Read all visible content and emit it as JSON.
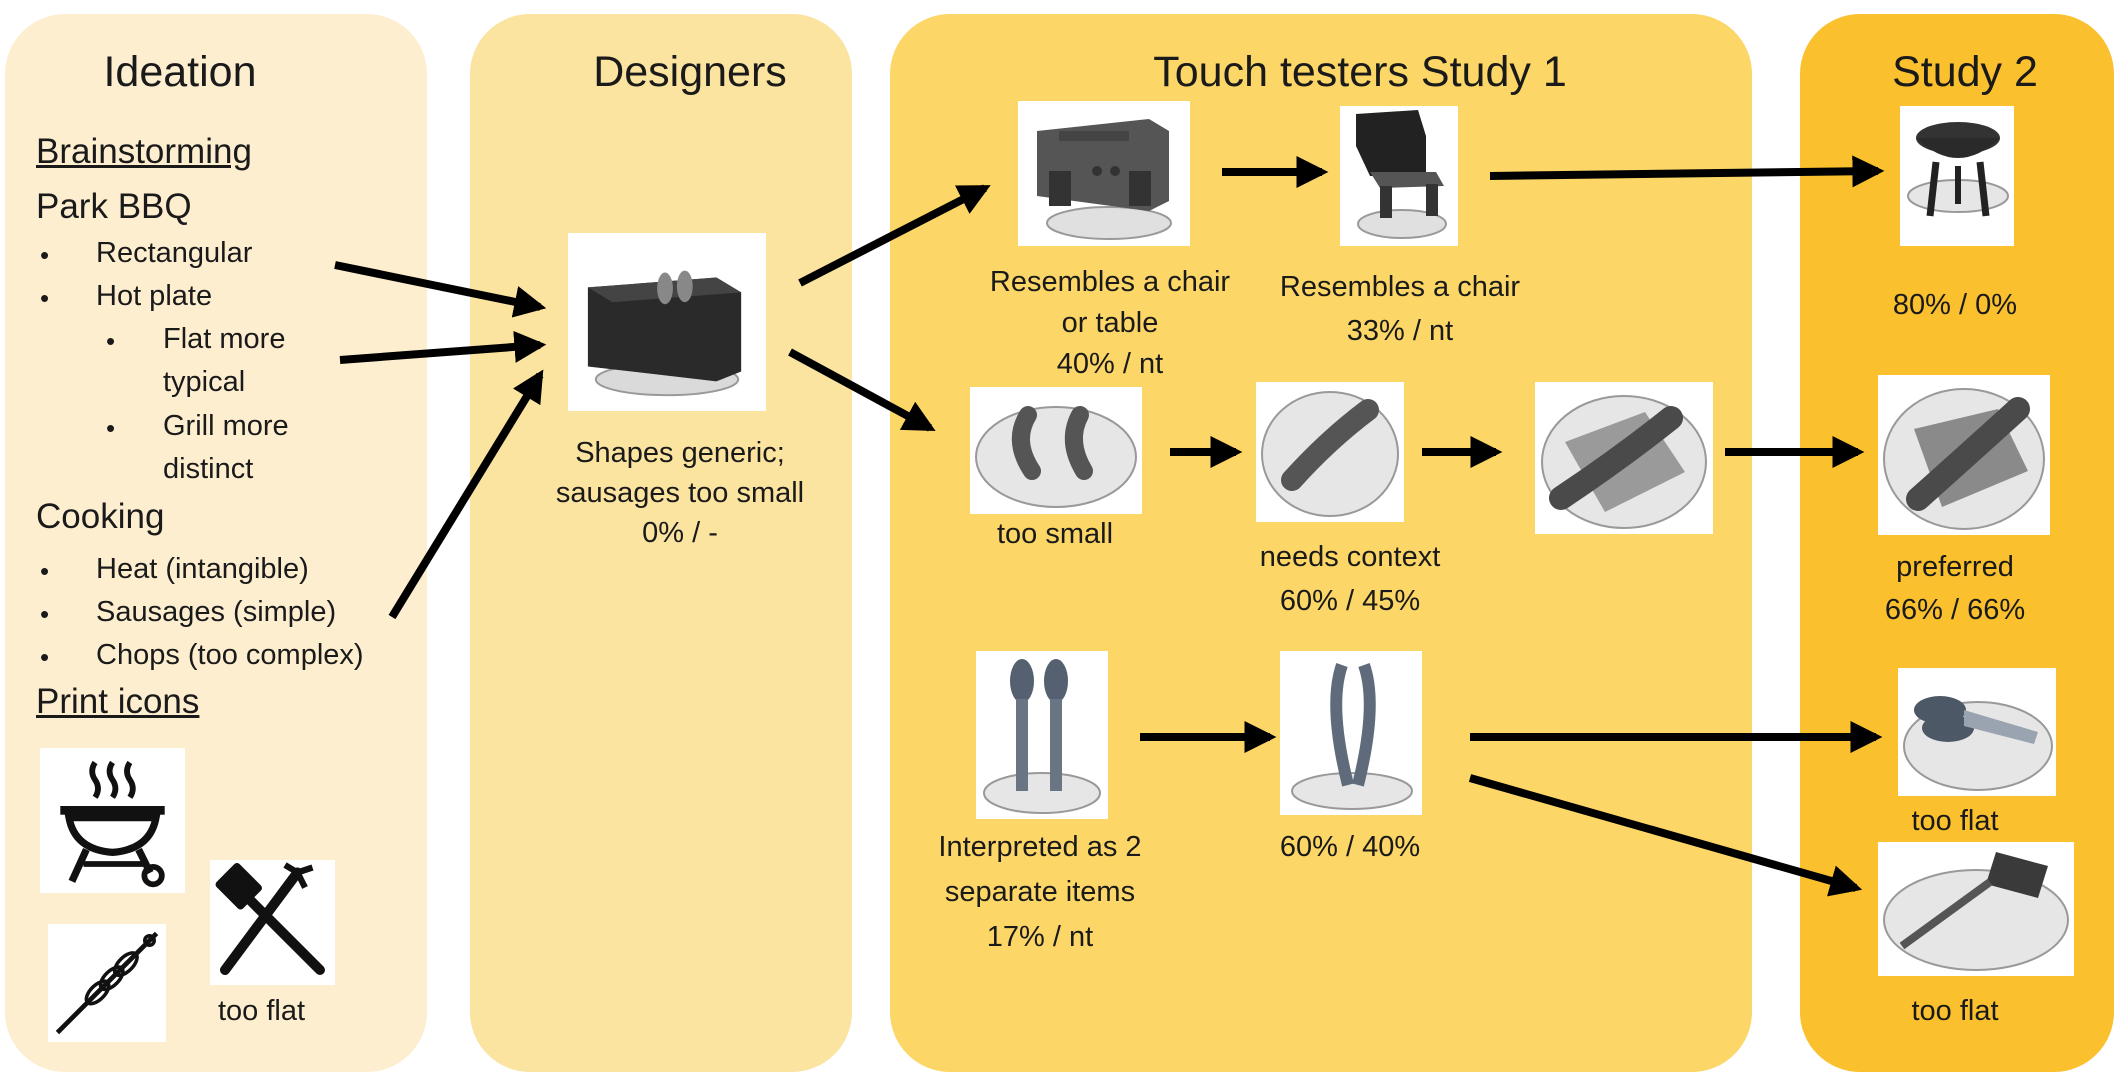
{
  "panels": {
    "ideation": "Ideation",
    "designers": "Designers",
    "touch_testers": "Touch testers Study 1",
    "study2": "Study 2"
  },
  "ideation": {
    "brainstorming": "Brainstorming",
    "park_bbq": "Park BBQ",
    "rectangular": "Rectangular",
    "hot_plate": "Hot plate",
    "flat_1": "Flat more",
    "flat_2": "typical",
    "grill_1": "Grill more",
    "grill_2": "distinct",
    "cooking": "Cooking",
    "heat": "Heat (intangible)",
    "sausages": "Sausages (simple)",
    "chops": "Chops (too complex)",
    "print_icons": "Print icons",
    "too_flat": "too flat"
  },
  "designers": {
    "caption_1": "Shapes generic;",
    "caption_2": "sausages too small",
    "caption_3": "0% / -"
  },
  "touch": {
    "bbq1_1": "Resembles a chair",
    "bbq1_2": "or table",
    "bbq1_3": "40% / nt",
    "bbq2_1": "Resembles a chair",
    "bbq2_2": "33% / nt",
    "sausage1": "too small",
    "sausage2_1": "needs context",
    "sausage2_2": "60% / 45%",
    "tongs1_1": "Interpreted as 2",
    "tongs1_2": "separate items",
    "tongs1_3": "17% / nt",
    "tongs2": "60% / 40%"
  },
  "study2": {
    "grill": "80% / 0%",
    "sausage_1": "preferred",
    "sausage_2": "66% / 66%",
    "tongs": "too flat",
    "spatula": "too flat"
  }
}
